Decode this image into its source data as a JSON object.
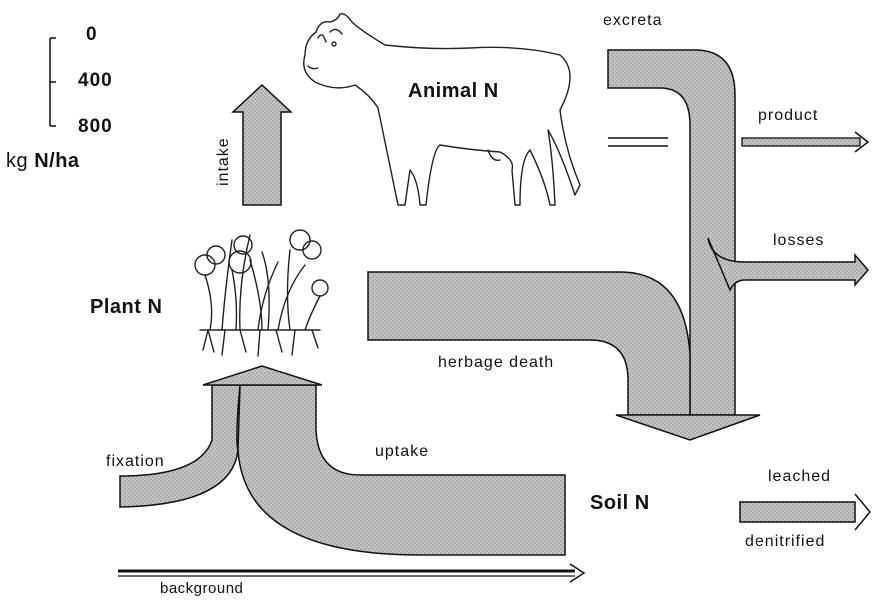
{
  "scale": {
    "ticks": [
      "0",
      "400",
      "800"
    ],
    "unit_prefix": "kg",
    "unit_bold": "N/ha"
  },
  "pools": {
    "animal": "Animal N",
    "plant": "Plant N",
    "soil": "Soil N"
  },
  "flows": {
    "intake": "intake",
    "excreta": "excreta",
    "product": "product",
    "losses": "losses",
    "herbage_death": "herbage death",
    "fixation": "fixation",
    "uptake": "uptake",
    "leached": "leached",
    "denitrified": "denitrified",
    "background": "background"
  },
  "colors": {
    "flow_fill": "#bdbdbd",
    "ink": "#111111"
  }
}
